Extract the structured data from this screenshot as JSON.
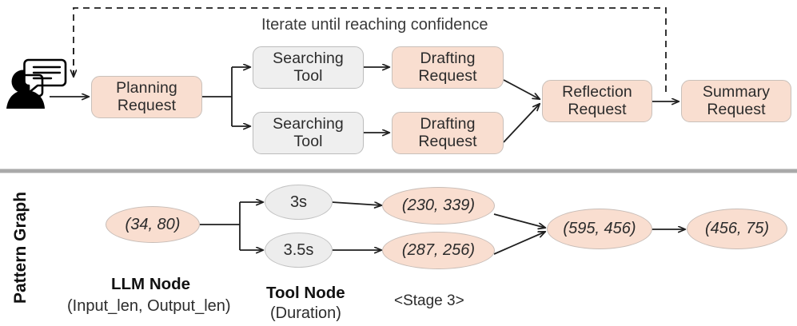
{
  "figure": {
    "side_title": "Pattern Graph",
    "loop_caption": "Iterate until reaching confidence"
  },
  "workflow": {
    "user_icon": "user-chat-icon",
    "nodes": [
      {
        "id": "planning",
        "kind": "llm",
        "line1": "Planning",
        "line2": "Request"
      },
      {
        "id": "search-1",
        "kind": "tool",
        "line1": "Searching",
        "line2": "Tool"
      },
      {
        "id": "search-2",
        "kind": "tool",
        "line1": "Searching",
        "line2": "Tool"
      },
      {
        "id": "drafting-1",
        "kind": "llm",
        "line1": "Drafting",
        "line2": "Request"
      },
      {
        "id": "drafting-2",
        "kind": "llm",
        "line1": "Drafting",
        "line2": "Request"
      },
      {
        "id": "reflection",
        "kind": "llm",
        "line1": "Reflection",
        "line2": "Request"
      },
      {
        "id": "summary",
        "kind": "llm",
        "line1": "Summary",
        "line2": "Request"
      }
    ]
  },
  "pattern_graph": {
    "nodes": [
      {
        "id": "llm-start",
        "kind": "llm",
        "label": "(34, 80)"
      },
      {
        "id": "tool-top",
        "kind": "tool",
        "label": "3s"
      },
      {
        "id": "tool-bot",
        "kind": "tool",
        "label": "3.5s"
      },
      {
        "id": "stage3-top",
        "kind": "llm",
        "label": "(230, 339)"
      },
      {
        "id": "stage3-bot",
        "kind": "llm",
        "label": "(287, 256)"
      },
      {
        "id": "merge",
        "kind": "llm",
        "label": "(595, 456)"
      },
      {
        "id": "final",
        "kind": "llm",
        "label": "(456, 75)"
      }
    ],
    "legend": {
      "llm_title": "LLM Node",
      "llm_sub": "(Input_len, Output_len)",
      "tool_title": "Tool Node",
      "tool_sub": "(Duration)",
      "stage_label": "<Stage 3>"
    }
  },
  "colors": {
    "llm_fill": "#f9ded0",
    "tool_fill": "#efefef",
    "stroke": "#2b2b2b",
    "divider": "#a9a9a9"
  }
}
